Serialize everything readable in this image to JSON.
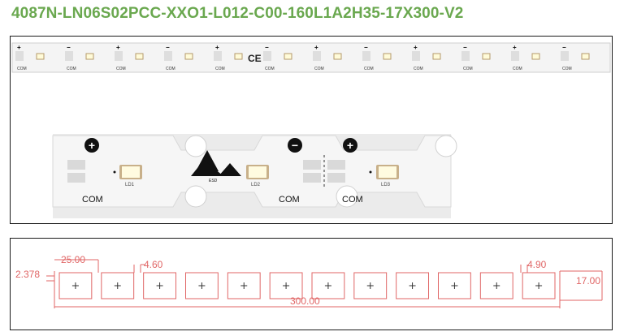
{
  "title": "4087N-LN06S02PCC-XXO1-L012-C00-160L1A2H35-17X300-V2",
  "strip_overview": {
    "label_com": "COM",
    "ce_mark": "CE",
    "plus_symbol": "+",
    "minus_symbol": "−"
  },
  "zoom_detail": {
    "plus_symbol": "+",
    "minus_symbol": "−",
    "com_label_1": "COM",
    "com_label_2": "COM",
    "com_label_3": "COM",
    "led_label_1": "LD1",
    "led_label_2": "LD2",
    "led_label_3": "LD3",
    "esd_label": "ESD"
  },
  "dimensions": {
    "segment_length": "25.00",
    "width_small": "2.378",
    "gap_left": "4.60",
    "gap_right": "4.90",
    "strip_width": "17.00",
    "total_length": "300.00"
  },
  "colors": {
    "title": "#6aa84f",
    "dimension": "#e06666",
    "pcb": "#f2f2f2",
    "led": "#fff8d0"
  },
  "icons": [
    "plus-circle-icon",
    "minus-circle-icon",
    "esd-warning-icon",
    "ce-mark-icon"
  ]
}
